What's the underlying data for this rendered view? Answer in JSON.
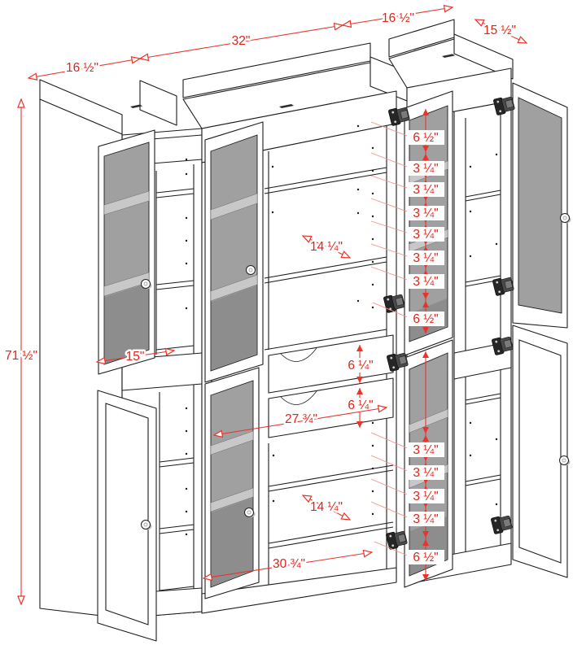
{
  "diagram": {
    "name": "pantry-cabinet-dimensioned-drawing",
    "units": "inches",
    "background": "#ffffff",
    "line_color": "#1c1c1c",
    "dimension_color": "#e02419",
    "glass_color": "#a0a0a0"
  },
  "dims": {
    "top_chain": [
      "16 ½\"",
      "32\"",
      "16 ½\""
    ],
    "side_depth": "15 ½\"",
    "overall_height": "71 ½\"",
    "left_opening_width": "15\"",
    "upper_shelf_gap": "14 ¼\"",
    "lower_shelf_gap": "14 ¼\"",
    "drawer_heights": [
      "6 ¼\"",
      "6 ¼\""
    ],
    "drawer_width": "27 ¾\"",
    "bottom_opening_width": "30 ¾\"",
    "upper_pin_gaps": [
      "6 ½\"",
      "3 ¼\"",
      "3 ¼\"",
      "3 ¼\"",
      "3 ¼\"",
      "3 ¼\"",
      "3 ¼\"",
      "6 ½\""
    ],
    "lower_pin_gaps": [
      "3 ¼\"",
      "3 ¼\"",
      "3 ¼\"",
      "3 ¼\"",
      "6 ½\""
    ]
  }
}
